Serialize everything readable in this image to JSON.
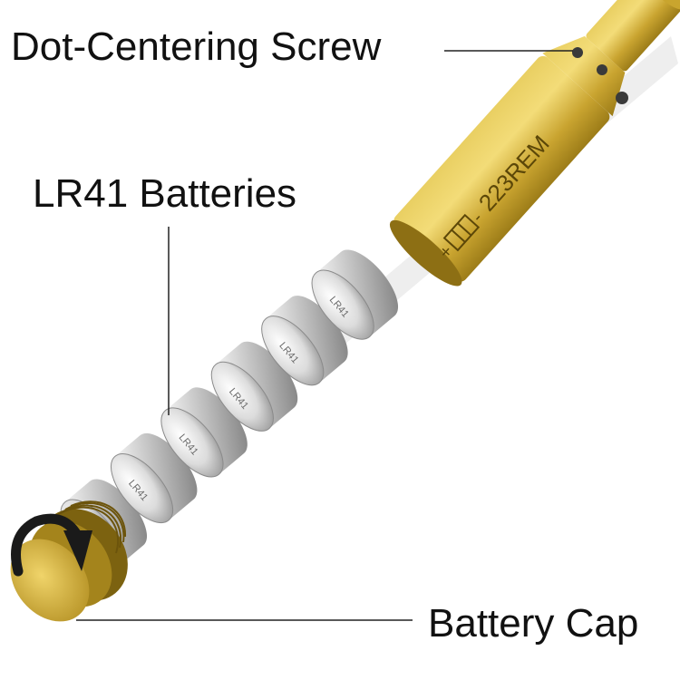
{
  "callouts": {
    "screw": "Dot-Centering Screw",
    "batteries": "LR41 Batteries",
    "cap": "Battery Cap"
  },
  "cartridge": {
    "caliber_text": "223REM",
    "polarity_plus": "+",
    "polarity_minus": "-"
  },
  "battery_marking": "LR41",
  "battery_count": 6,
  "colors": {
    "brass": "#d4b23a",
    "brass_dark": "#a8861c",
    "silver": "#c9c9c9",
    "arrow": "#1a1a1a"
  }
}
